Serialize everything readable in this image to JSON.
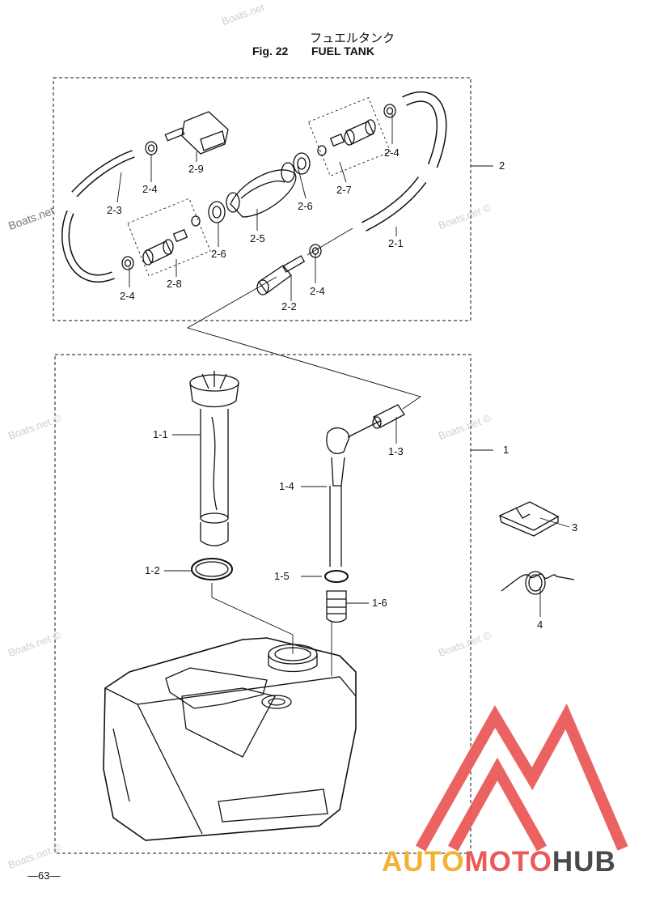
{
  "header": {
    "title_jp": "フュエルタンク",
    "fig_label": "Fig. 22",
    "fig_name": "FUEL TANK"
  },
  "callouts": {
    "c_2": "2",
    "c_2_1": "2-1",
    "c_2_2": "2-2",
    "c_2_3": "2-3",
    "c_2_4_a": "2-4",
    "c_2_4_b": "2-4",
    "c_2_4_c": "2-4",
    "c_2_4_d": "2-4",
    "c_2_5": "2-5",
    "c_2_6_a": "2-6",
    "c_2_6_b": "2-6",
    "c_2_7": "2-7",
    "c_2_8": "2-8",
    "c_2_9": "2-9",
    "c_1": "1",
    "c_1_1": "1-1",
    "c_1_2": "1-2",
    "c_1_3": "1-3",
    "c_1_4": "1-4",
    "c_1_5": "1-5",
    "c_1_6": "1-6",
    "c_3": "3",
    "c_4": "4"
  },
  "watermark": "Boats.net ©",
  "watermark_short": "Boats.net",
  "footer": {
    "page_number": "—63—"
  },
  "brand": {
    "part_a": "AUTO",
    "part_b": "MOTO",
    "part_c": "HUB",
    "color_a": "#f3b234",
    "color_b": "#ea5a5a",
    "color_c": "#4a4a4a",
    "logo_color": "#ea5a5a"
  }
}
